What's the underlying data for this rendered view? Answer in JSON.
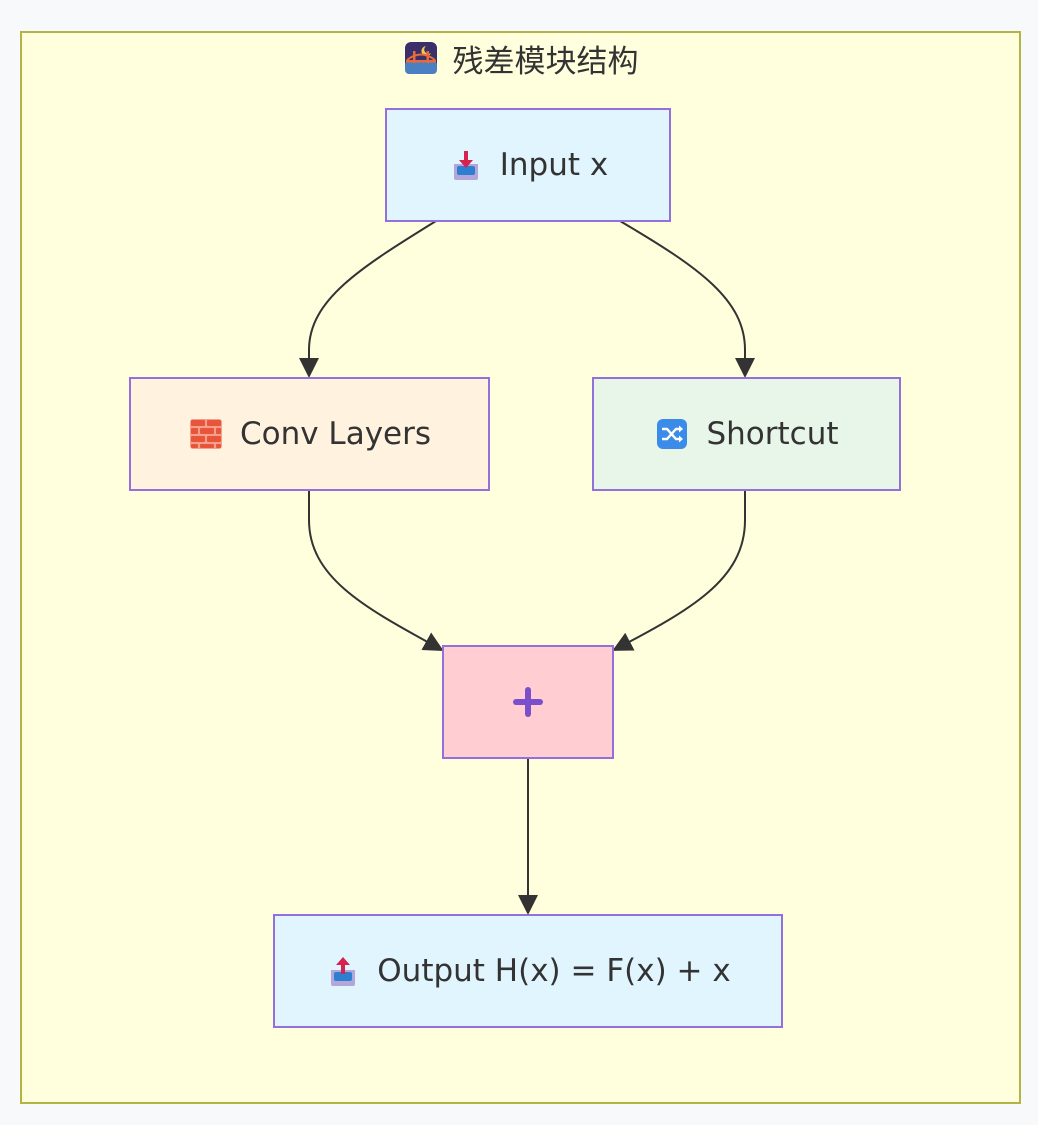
{
  "diagram": {
    "title": "残差模块结构",
    "title_icon": "night-bridge-icon",
    "colors": {
      "cluster_fill": "#ffffde",
      "cluster_border": "#b4b446",
      "node_border": "#9370db",
      "edge": "#333333"
    },
    "nodes": {
      "input": {
        "label": "Input x",
        "icon": "inbox-tray-icon",
        "fill": "#e1f5fe"
      },
      "conv": {
        "label": "Conv Layers",
        "icon": "brick-icon",
        "fill": "#fff3e0"
      },
      "shortcut": {
        "label": "Shortcut",
        "icon": "shuffle-icon",
        "fill": "#e8f5e9"
      },
      "add": {
        "label": "",
        "icon": "plus-icon",
        "fill": "#ffcdd2"
      },
      "output": {
        "label": "Output H(x) = F(x) + x",
        "icon": "outbox-tray-icon",
        "fill": "#e1f5fe"
      }
    },
    "edges": [
      {
        "from": "input",
        "to": "conv"
      },
      {
        "from": "input",
        "to": "shortcut"
      },
      {
        "from": "conv",
        "to": "add"
      },
      {
        "from": "shortcut",
        "to": "add"
      },
      {
        "from": "add",
        "to": "output"
      }
    ]
  }
}
